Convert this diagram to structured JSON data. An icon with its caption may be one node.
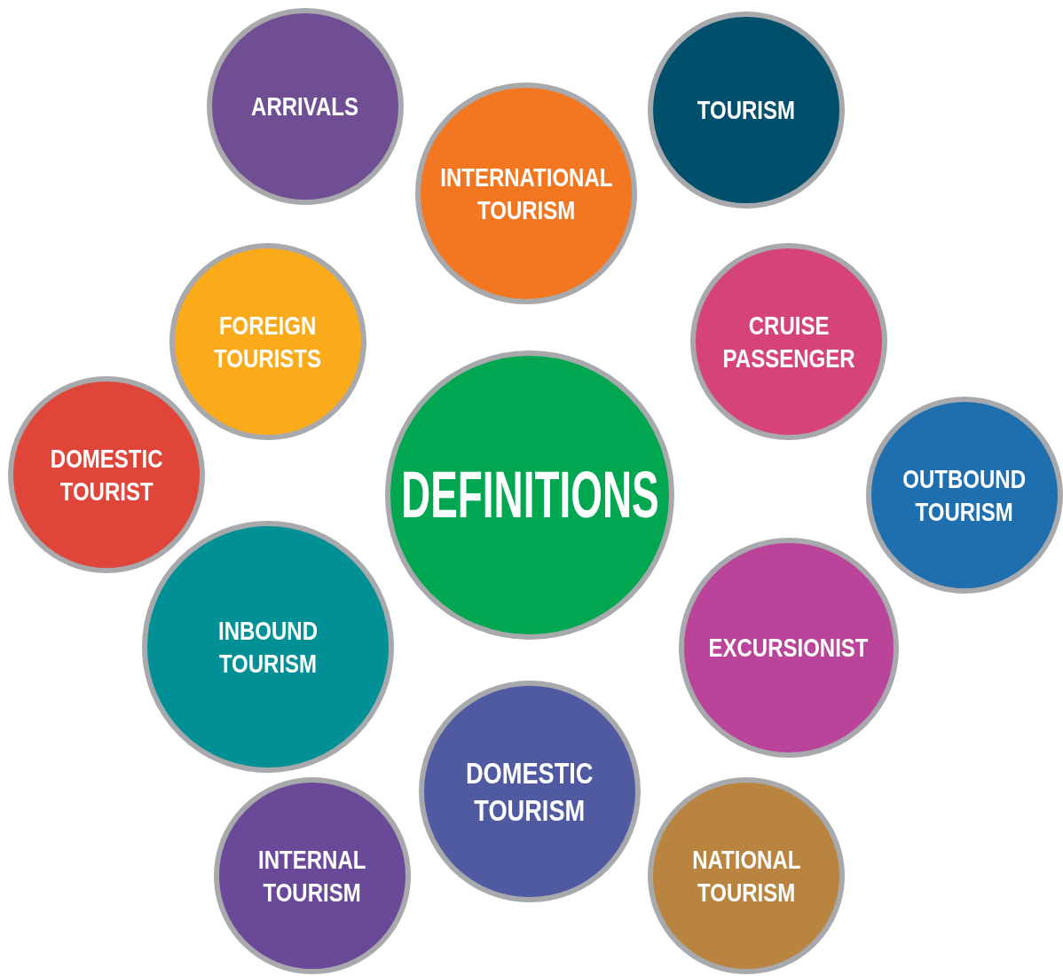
{
  "diagram": {
    "nodes": [
      {
        "text": [
          "ARRIVALS"
        ]
      },
      {
        "text": [
          "TOURISM"
        ]
      },
      {
        "text": [
          "INTERNATIONAL TOURISM"
        ]
      },
      {
        "text": [
          "FOREIGN TOURISTS"
        ]
      },
      {
        "text": [
          "CRUISE PASSENGER"
        ]
      },
      {
        "text": [
          "DOMESTIC TOURIST"
        ]
      },
      {
        "text": [
          "DEFINITIONS"
        ]
      },
      {
        "text": [
          "OUTBOUND TOURISM"
        ]
      },
      {
        "text": [
          "INBOUND TOURISM"
        ]
      },
      {
        "text": [
          "EXCURSIONIST"
        ]
      },
      {
        "text": [
          "DOMESTIC TOURISM"
        ]
      },
      {
        "text": [
          "INTERNAL TOURISM"
        ]
      },
      {
        "text": [
          "NATIONAL TOURISM"
        ]
      }
    ],
    "edges": []
  }
}
